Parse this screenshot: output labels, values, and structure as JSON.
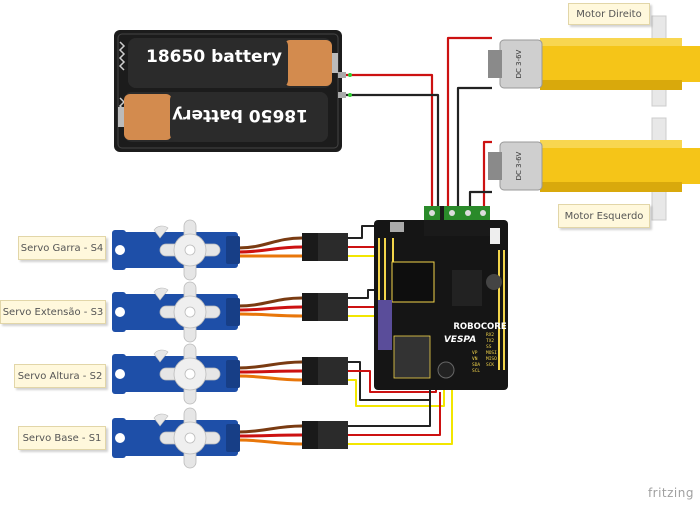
{
  "battery": {
    "label_top": "18650 battery",
    "label_bottom": "18650 battery"
  },
  "motors": {
    "right": {
      "label": "Motor Direito",
      "marking": "DC 3-6V"
    },
    "left": {
      "label": "Motor Esquerdo",
      "marking": "DC 3-6V"
    }
  },
  "servos": [
    {
      "label": "Servo Garra - S4"
    },
    {
      "label": "Servo Extensão - S3"
    },
    {
      "label": "Servo Altura - S2"
    },
    {
      "label": "Servo Base - S1"
    }
  ],
  "board": {
    "brand": "ROBOCORE",
    "model": "VESPA",
    "pin_labels": [
      "RX2",
      "TX2",
      "SS",
      "MOSI",
      "MISO",
      "SCK",
      "VP",
      "VN",
      "SDA",
      "SCL"
    ]
  },
  "footer": {
    "watermark": "fritzing"
  },
  "colors": {
    "servo_blue": "#1e4fa8",
    "motor_yellow": "#f5c518",
    "wire_red": "#cc1111",
    "wire_black": "#222222",
    "wire_yellow": "#f2e600",
    "wire_orange": "#e8760a",
    "wire_brown": "#7a3b12",
    "board_black": "#151515",
    "note_bg": "#fff8dc"
  }
}
